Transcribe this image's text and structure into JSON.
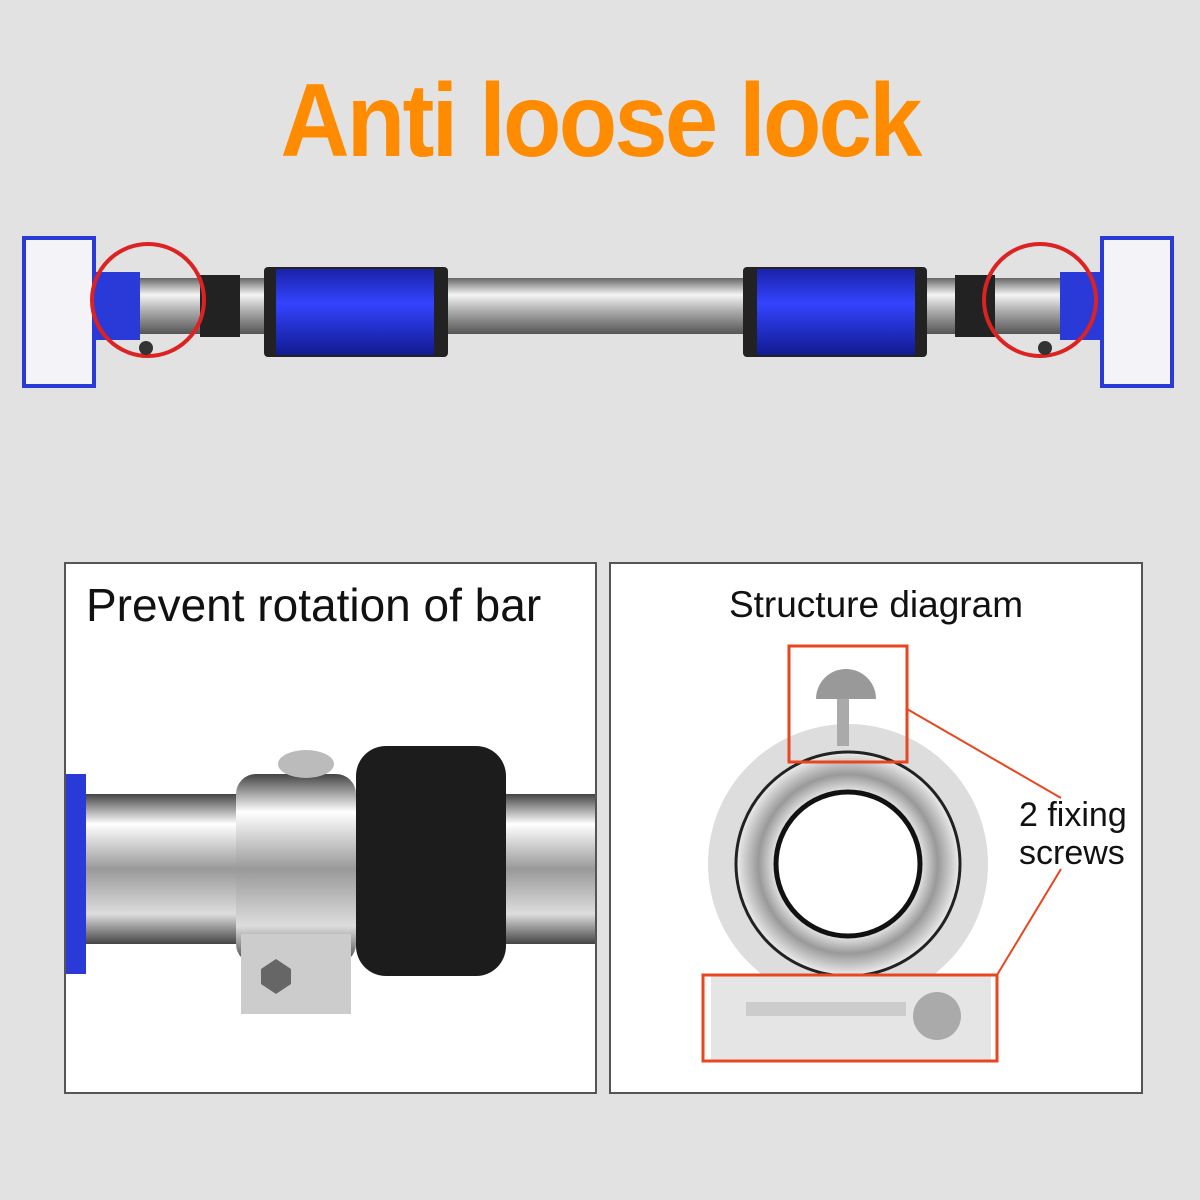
{
  "title": "Anti loose lock",
  "left_panel": {
    "label": "Prevent rotation of bar"
  },
  "right_panel": {
    "label": "Structure diagram",
    "callout_line1": "2 fixing",
    "callout_line2": "screws"
  },
  "colors": {
    "title": "#ff8c00",
    "foam": "#2233dd",
    "highlight": "#dd2222",
    "callout": "#e8461e"
  }
}
